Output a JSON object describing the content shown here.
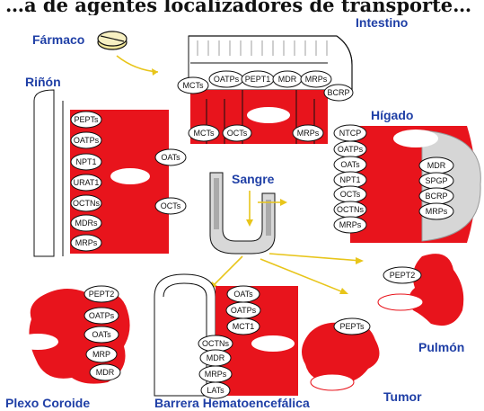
{
  "title": "…a de agentes localizadores de transporte…",
  "labels": {
    "farmaco": "Fármaco",
    "intestino": "Intestino",
    "rinon": "Riñón",
    "higado": "Hígado",
    "sangre": "Sangre",
    "pulmon": "Pulmón",
    "tumor": "Tumor",
    "plexo": "Plexo Coroide",
    "barrera": "Barrera Hematoencefálica"
  },
  "transporters": {
    "intestino_top": [
      "MCTs",
      "OATPs",
      "PEPT1",
      "MDR",
      "MRPs",
      "BCRP"
    ],
    "intestino_bottom": [
      "MCTs",
      "OCTs",
      "MRPs"
    ],
    "rinon": [
      "PEPTs",
      "OATPs",
      "NPT1",
      "URAT1",
      "OCTNs",
      "MDRs",
      "MRPs"
    ],
    "rinon_blood": [
      "OATs",
      "OCTs"
    ],
    "higado_left": [
      "NTCP",
      "OATPs",
      "OATs",
      "NPT1",
      "OCTs",
      "OCTNs",
      "MRPs"
    ],
    "higado_right": [
      "MDR",
      "SPGP",
      "BCRP",
      "MRPs"
    ],
    "plexo": [
      "PEPT2",
      "OATPs",
      "OATs",
      "MRP",
      "MDR"
    ],
    "barrera": [
      "OATs",
      "OATPs",
      "MCT1",
      "OCTNs",
      "MDR",
      "MRPs",
      "LATs"
    ],
    "pulmon": [
      "PEPT2"
    ],
    "tumor": [
      "PEPTs"
    ]
  },
  "colors": {
    "organ_red": "#e8141c",
    "label_blue": "#1f3fa6",
    "flow_yellow": "#e8c51a"
  }
}
